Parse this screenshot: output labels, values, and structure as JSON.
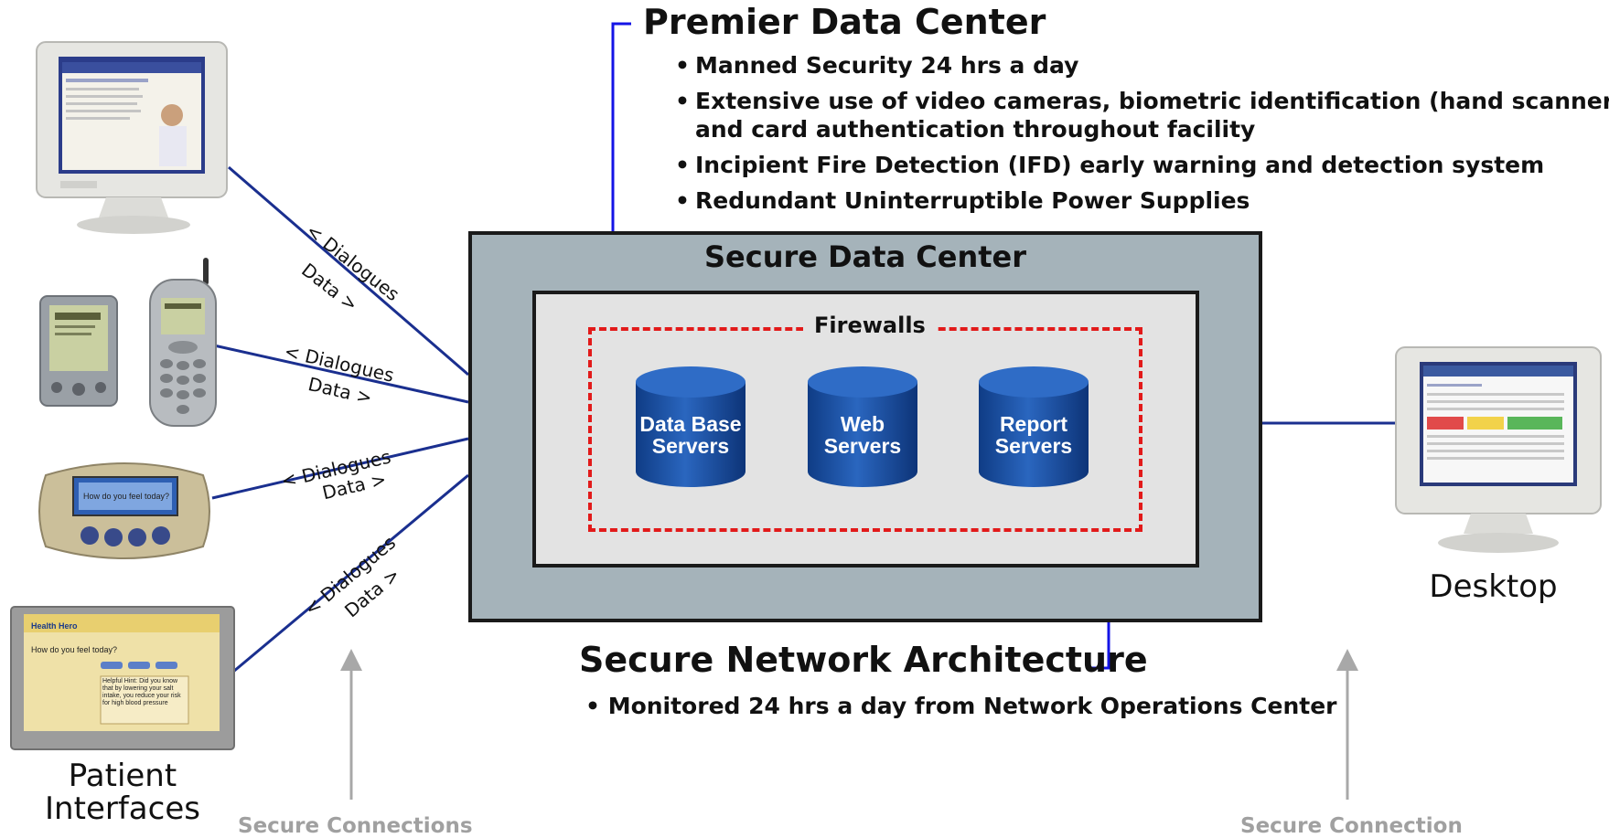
{
  "premier": {
    "title": "Premier  Data Center",
    "bullets": [
      "Manned Security 24 hrs a day",
      "Extensive use of video cameras, biometric identification (hand scanners)",
      "and card authentication throughout facility",
      "Incipient Fire Detection (IFD) early warning and detection system",
      "Redundant Uninterruptible Power Supplies"
    ]
  },
  "secure_data_center": {
    "title": "Secure Data Center",
    "firewalls_label": "Firewalls",
    "servers": [
      {
        "line1": "Data Base",
        "line2": "Servers"
      },
      {
        "line1": "Web",
        "line2": "Servers"
      },
      {
        "line1": "Report",
        "line2": "Servers"
      }
    ]
  },
  "network": {
    "title": "Secure Network Architecture",
    "bullet": "Monitored 24 hrs a day from Network Operations Center"
  },
  "links": {
    "dialogues": "< Dialogues",
    "data": "Data >"
  },
  "captions": {
    "patient_line1": "Patient",
    "patient_line2": "Interfaces",
    "desktop": "Desktop",
    "secure_connections": "Secure Connections",
    "secure_connection": "Secure Connection"
  },
  "device_screens": {
    "brand": "Health Hero",
    "kiosk_question": "How do you feel today?",
    "tv_question": "How do you feel today?",
    "tv_helpful": "Helpful Hint: Did you know that by lowering your salt intake, you reduce your risk for high blood pressure"
  },
  "colors": {
    "link_line": "#1a2f8f",
    "arrow_blue": "#1414e6",
    "firewall": "#e21a1a",
    "server": "#1a4fa0",
    "outer_box": "#a5b3ba",
    "gray_arrow": "#a8a8a8"
  }
}
